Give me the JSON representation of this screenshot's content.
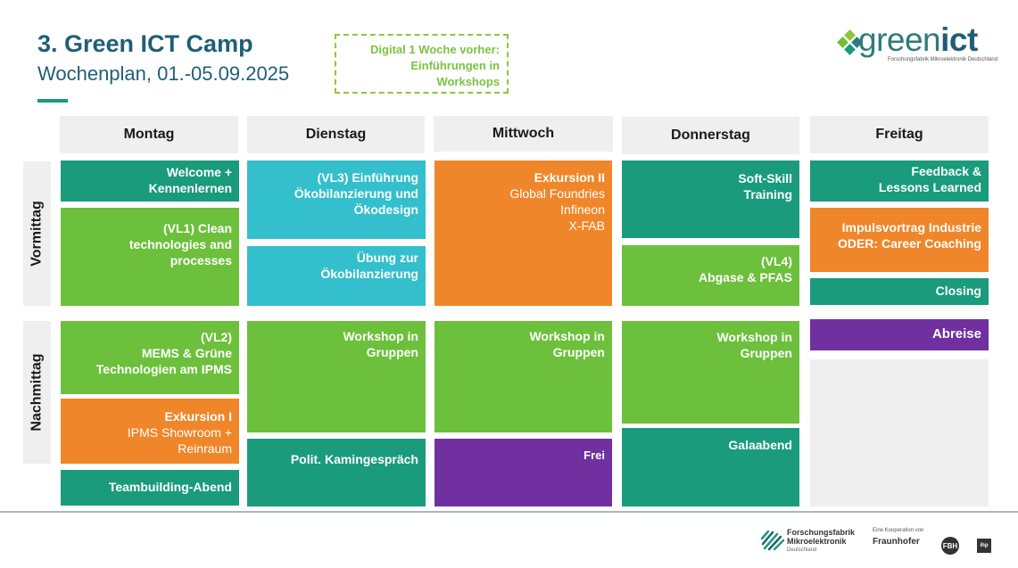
{
  "header": {
    "title": "3. Green ICT Camp",
    "subtitle": "Wochenplan, 01.-05.09.2025",
    "note": [
      "Digital 1 Woche vorher:",
      "Einführungen in",
      "Workshops"
    ]
  },
  "logo": {
    "text_a": "green",
    "text_b": "ict",
    "tagline": "Forschungsfabrik Mikroelektronik Deutschland"
  },
  "rows": {
    "morning": "Vormittag",
    "afternoon": "Nachmittag"
  },
  "days": {
    "mon": "Montag",
    "tue": "Dienstag",
    "wed": "Mittwoch",
    "thu": "Donnerstag",
    "fri": "Freitag"
  },
  "colors": {
    "green": "#6cc03c",
    "teal": "#1a9b7c",
    "cyan": "#33bfcc",
    "orange": "#f0862a",
    "purple": "#7030a0",
    "header_grey": "#efefef",
    "title_blue": "#1f5e78"
  },
  "sessions": {
    "mon_welcome": [
      "Welcome +",
      "Kennenlernen"
    ],
    "mon_vl1": [
      "(VL1) Clean",
      "technologies and",
      "processes"
    ],
    "mon_vl2": [
      "(VL2)",
      "MEMS & Grüne",
      "Technologien am IPMS"
    ],
    "mon_exk1_title": "Exkursion I",
    "mon_exk1_sub": [
      "IPMS Showroom +",
      "Reinraum"
    ],
    "mon_team": "Teambuilding-Abend",
    "tue_vl3": [
      "(VL3) Einführung",
      "Ökobilanzierung und",
      "Ökodesign"
    ],
    "tue_uebung": [
      "Übung zur",
      "Ökobilanzierung"
    ],
    "tue_workshop": [
      "Workshop in",
      "Gruppen"
    ],
    "tue_kamin": "Polit. Kamingespräch",
    "wed_exk2_title": "Exkursion II",
    "wed_exk2_sub": [
      "Global Foundries",
      "Infineon",
      "X-FAB"
    ],
    "wed_workshop": [
      "Workshop in",
      "Gruppen"
    ],
    "wed_frei": "Frei",
    "thu_soft": [
      "Soft-Skill",
      "Training"
    ],
    "thu_vl4": [
      "(VL4)",
      "Abgase & PFAS"
    ],
    "thu_workshop": [
      "Workshop in",
      "Gruppen"
    ],
    "thu_gala": "Galaabend",
    "fri_feedback": [
      "Feedback &",
      "Lessons Learned"
    ],
    "fri_impuls": [
      "Impulsvortrag Industrie",
      "ODER: Career Coaching"
    ],
    "fri_closing": "Closing",
    "fri_abreise": "Abreise"
  },
  "footer": {
    "fmk": [
      "Forschungsfabrik",
      "Mikroelektronik"
    ],
    "fmk_small": "Deutschland",
    "partners_label": "Eine Kooperation von",
    "fraunhofer": "Fraunhofer",
    "fbh": "FBH",
    "ihp": "ihp"
  }
}
